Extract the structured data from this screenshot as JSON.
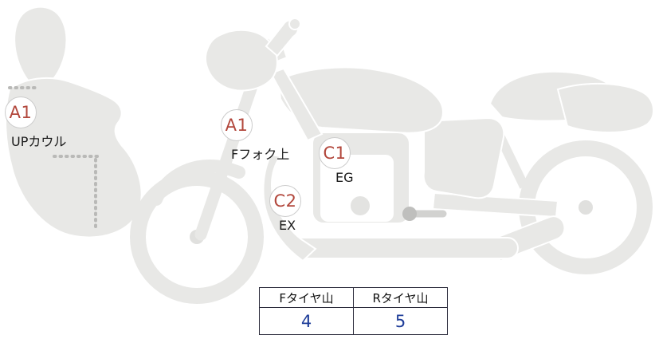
{
  "diagram": {
    "markers": [
      {
        "code": "A1",
        "label": "UPカウル"
      },
      {
        "code": "A1",
        "label": "Fフォク上"
      },
      {
        "code": "C1",
        "label": "EG"
      },
      {
        "code": "C2",
        "label": "EX"
      }
    ],
    "colors": {
      "marker_code_red": "#b2473c",
      "marker_circle_border": "#cccccc",
      "bike_gray": "#e8e8e6",
      "tire_value_blue": "#1f3d99",
      "table_border": "#2a2a3a"
    }
  },
  "tire_table": {
    "columns": [
      {
        "header": "Fタイヤ山",
        "value": "4"
      },
      {
        "header": "Rタイヤ山",
        "value": "5"
      }
    ]
  }
}
